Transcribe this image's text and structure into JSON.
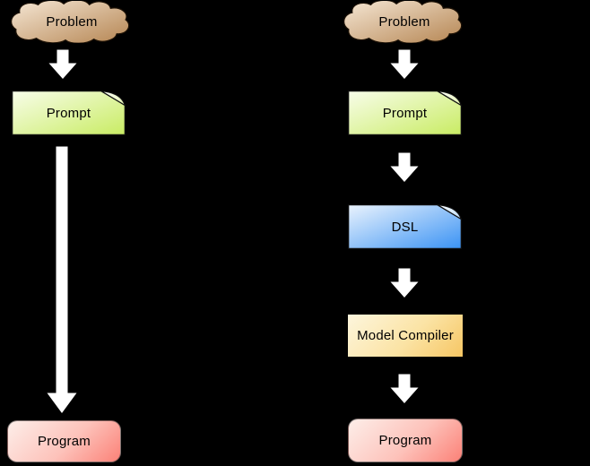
{
  "diagram": {
    "type": "flowchart",
    "background": "#000000",
    "arrow_color": "#ffffff",
    "text_color": "#000000",
    "flows": [
      {
        "id": "direct-path",
        "nodes": [
          {
            "label": "Problem",
            "shape": "cloud"
          },
          {
            "label": "Prompt",
            "shape": "document"
          },
          {
            "label": "Program",
            "shape": "rounded-rectangle"
          }
        ],
        "edges": [
          "Problem->Prompt",
          "Prompt->Program"
        ]
      },
      {
        "id": "dsl-pipeline",
        "nodes": [
          {
            "label": "Problem",
            "shape": "cloud"
          },
          {
            "label": "Prompt",
            "shape": "document"
          },
          {
            "label": "DSL",
            "shape": "document"
          },
          {
            "label": "Model Compiler",
            "shape": "rectangle"
          },
          {
            "label": "Program",
            "shape": "rounded-rectangle"
          }
        ],
        "edges": [
          "Problem->Prompt",
          "Prompt->DSL",
          "DSL->Model Compiler",
          "Model Compiler->Program"
        ]
      }
    ],
    "colors": {
      "cloud_light": "#f6e8d6",
      "cloud_dark": "#b58552",
      "prompt_light": "#f8fdea",
      "prompt_dark": "#c9ec63",
      "dsl_light": "#eaf3fd",
      "dsl_dark": "#3b93f4",
      "compiler_light": "#fdf6dd",
      "compiler_dark": "#f6c663",
      "program_light": "#fdede9",
      "program_dark": "#fb8177"
    }
  }
}
